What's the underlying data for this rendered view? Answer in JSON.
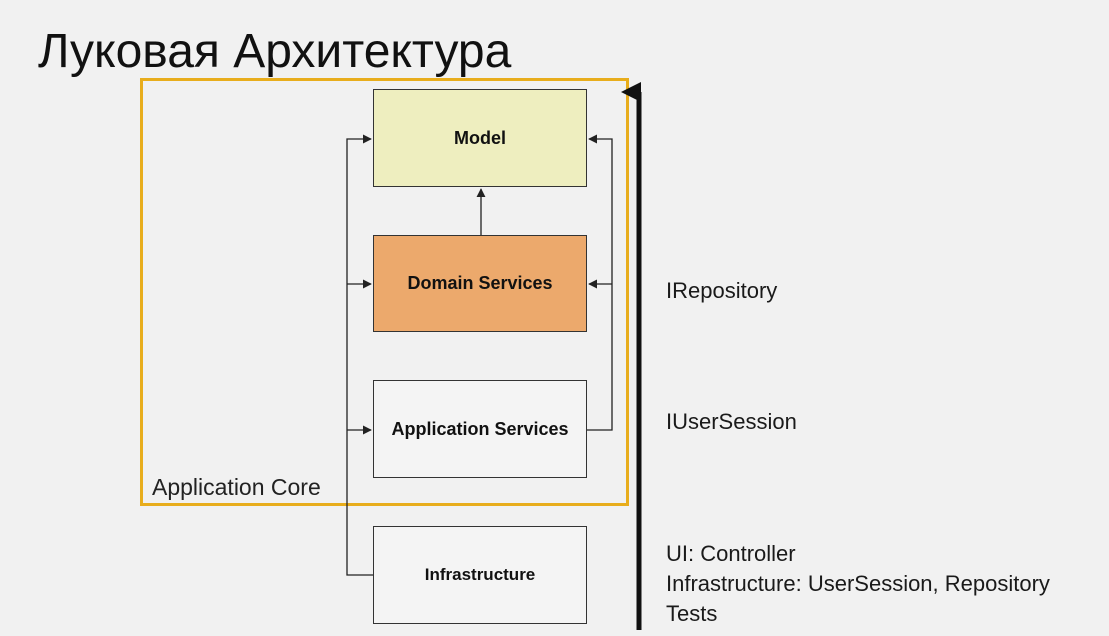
{
  "title": "Луковая Архитектура",
  "core": {
    "label": "Application Core",
    "frame_color": "#e8ad1c"
  },
  "layers": [
    {
      "id": "model",
      "label": "Model",
      "fill": "#eeeebf"
    },
    {
      "id": "domain-services",
      "label": "Domain Services",
      "fill": "#eca96c"
    },
    {
      "id": "application-services",
      "label": "Application Services",
      "fill": "#f4f4f4"
    },
    {
      "id": "infrastructure",
      "label": "Infrastructure",
      "fill": "#f4f4f4"
    }
  ],
  "side_labels": {
    "repository": "IRepository",
    "user_session": "IUserSession",
    "ui": "UI: Controller",
    "infrastructure": "Infrastructure: UserSession, Repository",
    "tests": "Tests"
  }
}
